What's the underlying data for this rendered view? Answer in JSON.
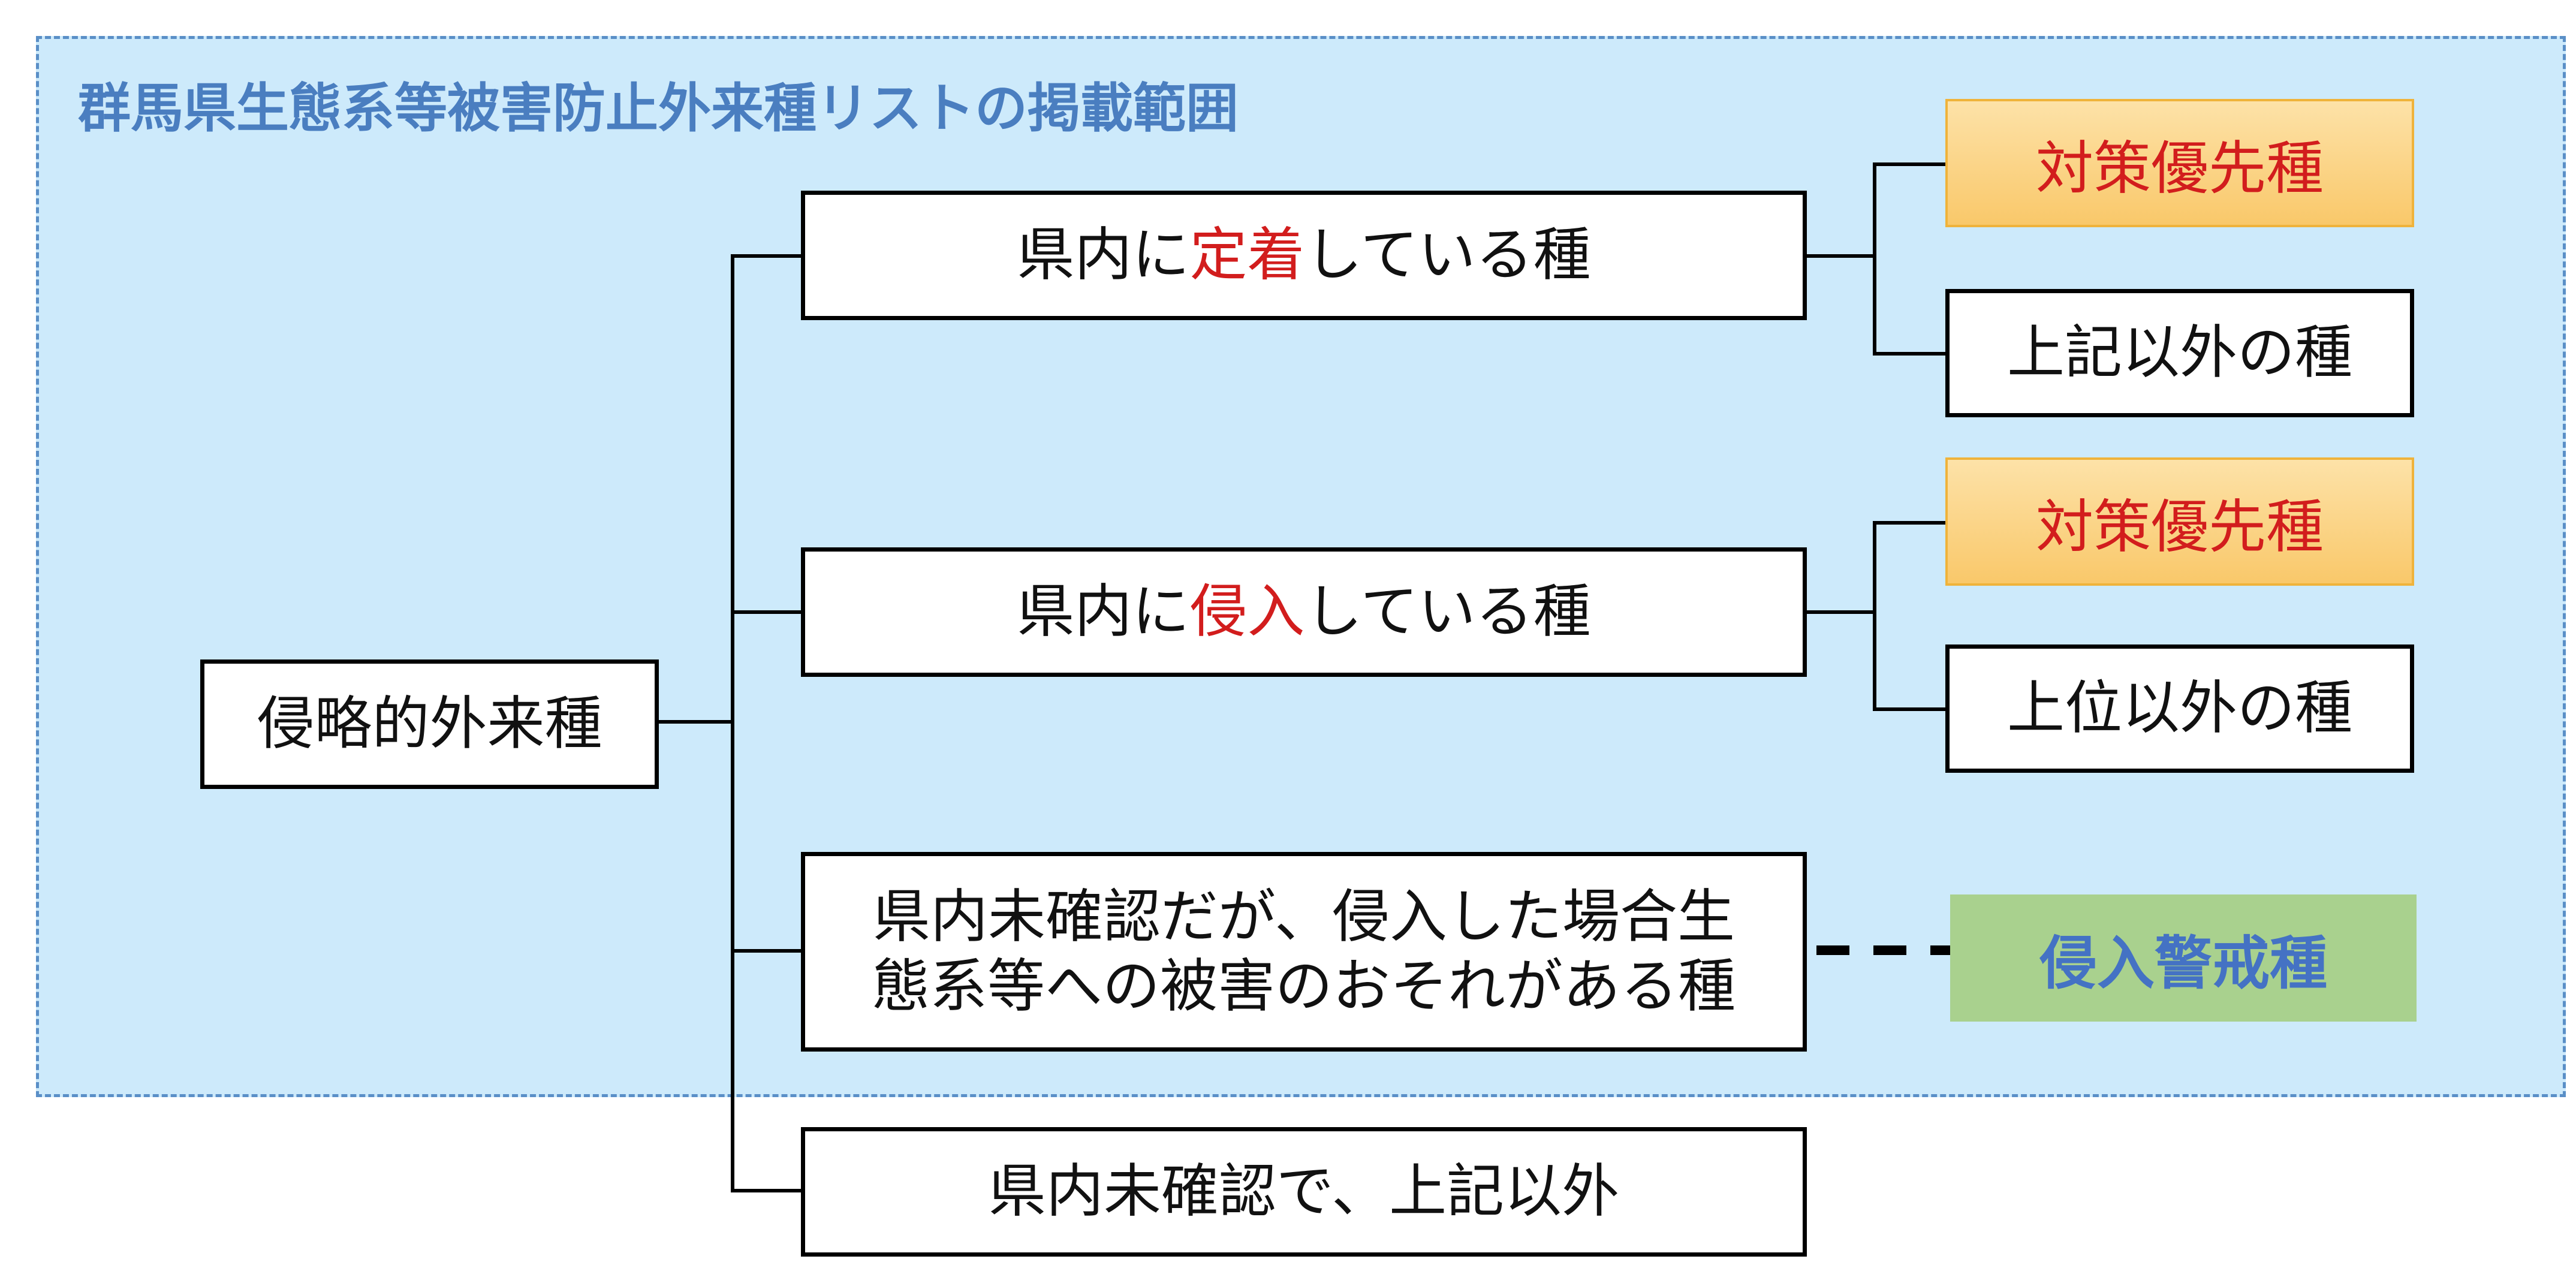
{
  "diagram": {
    "region_title": "群馬県生態系等被害防止外来種リストの掲載範囲",
    "root": "侵略的外来種",
    "categories": [
      {
        "prefix": "県内に",
        "highlight": "定着",
        "suffix": "している種"
      },
      {
        "prefix": "県内に",
        "highlight": "侵入",
        "suffix": "している種"
      },
      {
        "line1": "県内未確認だが、侵入した場合生",
        "line2": "態系等への被害のおそれがある種"
      },
      {
        "text": "県内未確認で、上記以外"
      }
    ],
    "sub_boxes": {
      "priority_1": "対策優先種",
      "other_1": "上記以外の種",
      "priority_2": "対策優先種",
      "other_2": "上位以外の種",
      "alert": "侵入警戒種"
    },
    "colors": {
      "region_fill": "#cdeafb",
      "region_border": "#5a8fc7",
      "title_text": "#4a7ec0",
      "highlight_text": "#d21d1d",
      "priority_fill": "#f9c86a",
      "alert_fill": "#a9d18e",
      "alert_text": "#4472c4"
    }
  }
}
